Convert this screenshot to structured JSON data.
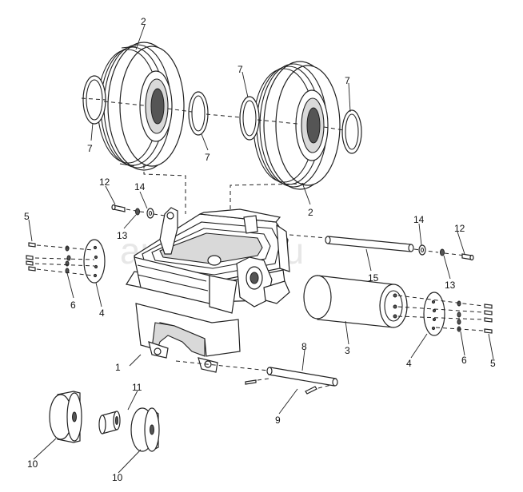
{
  "watermark": "autopiter.ru",
  "callouts": {
    "c1": "1",
    "c2a": "2",
    "c2b": "2",
    "c3": "3",
    "c4a": "4",
    "c4b": "4",
    "c5a": "5",
    "c5b": "5",
    "c6a": "6",
    "c6b": "6",
    "c7a": "7",
    "c7b": "7",
    "c7c": "7",
    "c7d": "7",
    "c8": "8",
    "c9": "9",
    "c10a": "10",
    "c10b": "10",
    "c11": "11",
    "c12a": "12",
    "c12b": "12",
    "c13a": "13",
    "c13b": "13",
    "c14a": "14",
    "c14b": "14",
    "c15": "15"
  }
}
